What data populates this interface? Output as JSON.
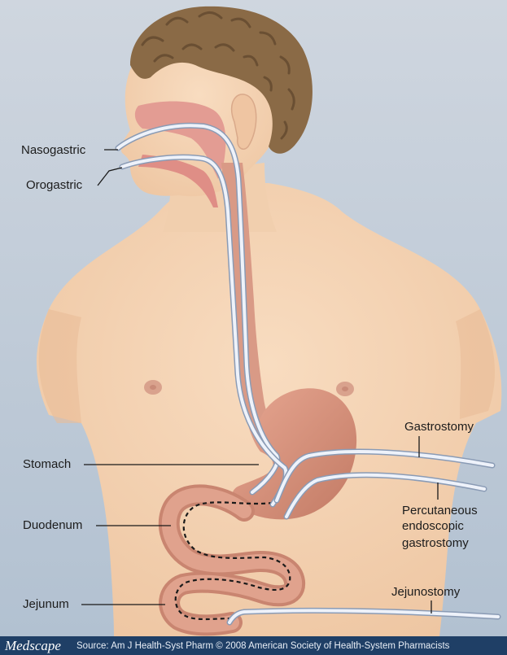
{
  "labels": {
    "nasogastric": "Nasogastric",
    "orogastric": "Orogastric",
    "stomach": "Stomach",
    "duodenum": "Duodenum",
    "jejunum": "Jejunum",
    "gastrostomy": "Gastrostomy",
    "peg_line1": "Percutaneous",
    "peg_line2": "endoscopic",
    "peg_line3": "gastrostomy",
    "jejunostomy": "Jejunostomy"
  },
  "footer": {
    "brand": "Medscape",
    "source": "Source: Am J Health-Syst Pharm © 2008 American Society of Health-System Pharmacists"
  },
  "colors": {
    "background_top": "#c9d3df",
    "background_bottom": "#b3c2d2",
    "skin": "#f5d6b6",
    "hair": "#8a6a46",
    "tract": "#d99a86",
    "tube": "#e9eef8",
    "footer_bg": "#1f3f66"
  }
}
